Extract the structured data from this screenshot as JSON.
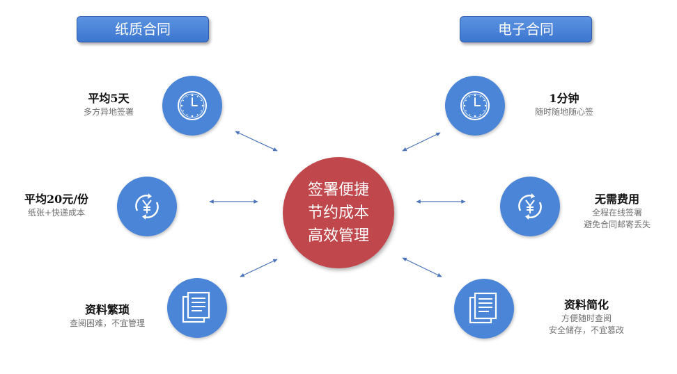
{
  "left_header": "纸质合同",
  "right_header": "电子合同",
  "center": {
    "lines": [
      "签署便捷",
      "节约成本",
      "高效管理"
    ],
    "color": "#c0484d"
  },
  "colors": {
    "circle": "#4a85d8",
    "header": "#4a85d8",
    "arrow": "#4a74b8"
  },
  "left_items": [
    {
      "title": "平均5天",
      "subs": [
        "多方异地签署"
      ],
      "icon": "clock-icon"
    },
    {
      "title": "平均20元/份",
      "subs": [
        "纸张+快递成本"
      ],
      "icon": "yen-cycle-icon"
    },
    {
      "title": "资料繁琐",
      "subs": [
        "查阅困难，不宜管理"
      ],
      "icon": "document-icon"
    }
  ],
  "right_items": [
    {
      "title": "1分钟",
      "subs": [
        "随时随地随心签"
      ],
      "icon": "clock-icon"
    },
    {
      "title": "无需费用",
      "subs": [
        "全程在线签署",
        "避免合同邮寄丢失"
      ],
      "icon": "yen-cycle-icon"
    },
    {
      "title": "资料简化",
      "subs": [
        "方便随时查阅",
        "安全储存，不宜篡改"
      ],
      "icon": "document-icon"
    }
  ]
}
